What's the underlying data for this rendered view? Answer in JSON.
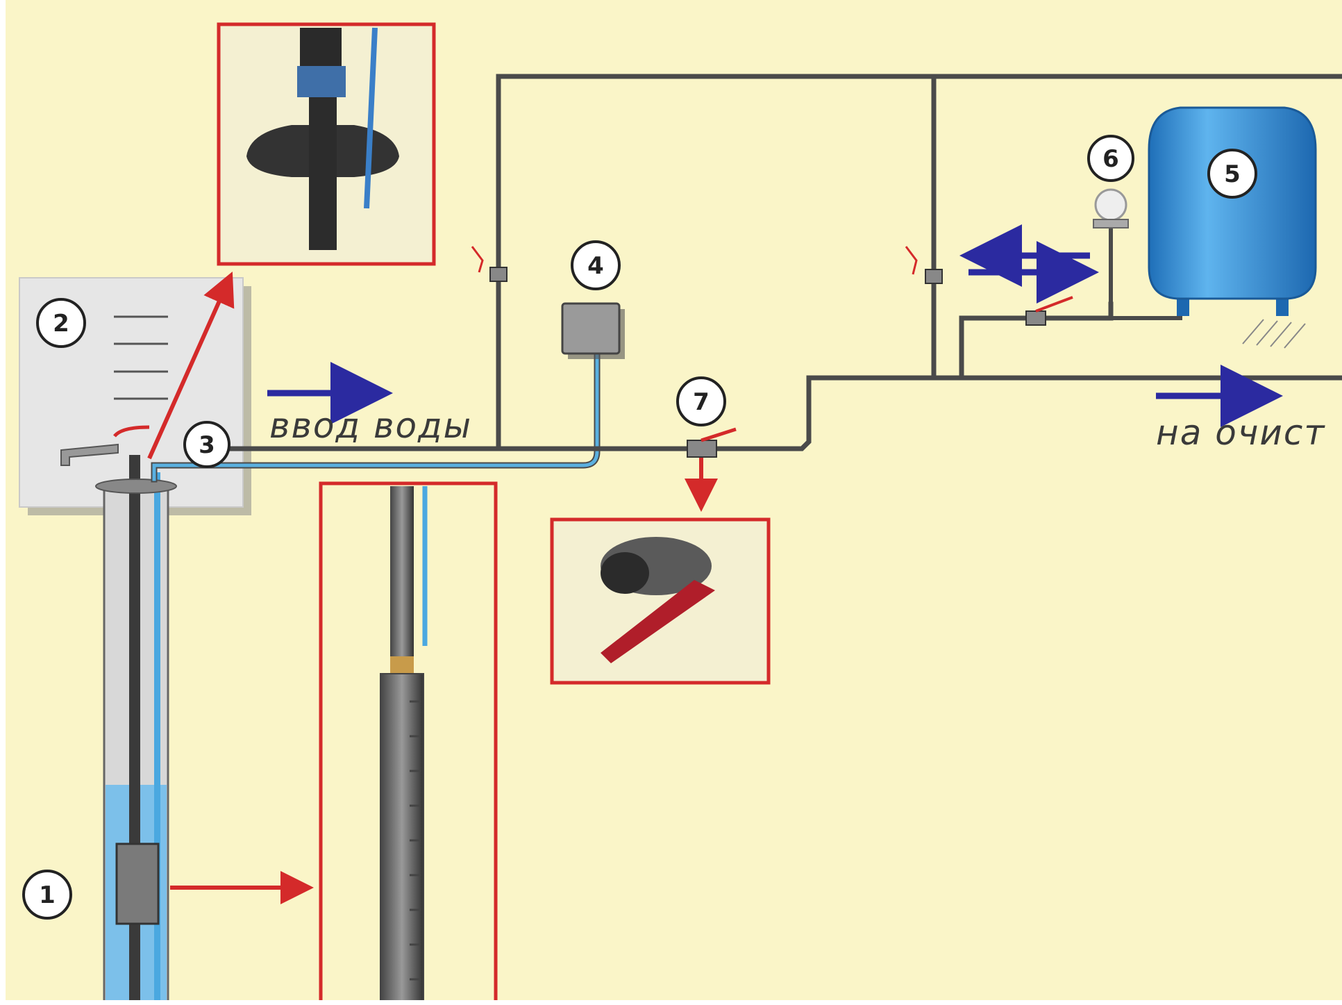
{
  "colors": {
    "background": "#faf5c8",
    "pipe": "#4a4a4a",
    "water": "#5ab0e0",
    "callout": "#d42a2a",
    "flow_arrow": "#2b2aa0",
    "tank": "#2f8fd8"
  },
  "markers": [
    {
      "id": "1",
      "label": "1",
      "component": "submersible-pump"
    },
    {
      "id": "2",
      "label": "2",
      "component": "caisson-cover"
    },
    {
      "id": "3",
      "label": "3",
      "component": "well-head"
    },
    {
      "id": "4",
      "label": "4",
      "component": "control-box"
    },
    {
      "id": "5",
      "label": "5",
      "component": "hydraulic-accumulator"
    },
    {
      "id": "6",
      "label": "6",
      "component": "pressure-gauge"
    },
    {
      "id": "7",
      "label": "7",
      "component": "ball-valve"
    }
  ],
  "labels": {
    "water_inlet": "ввод воды",
    "to_treatment": "на очист"
  }
}
